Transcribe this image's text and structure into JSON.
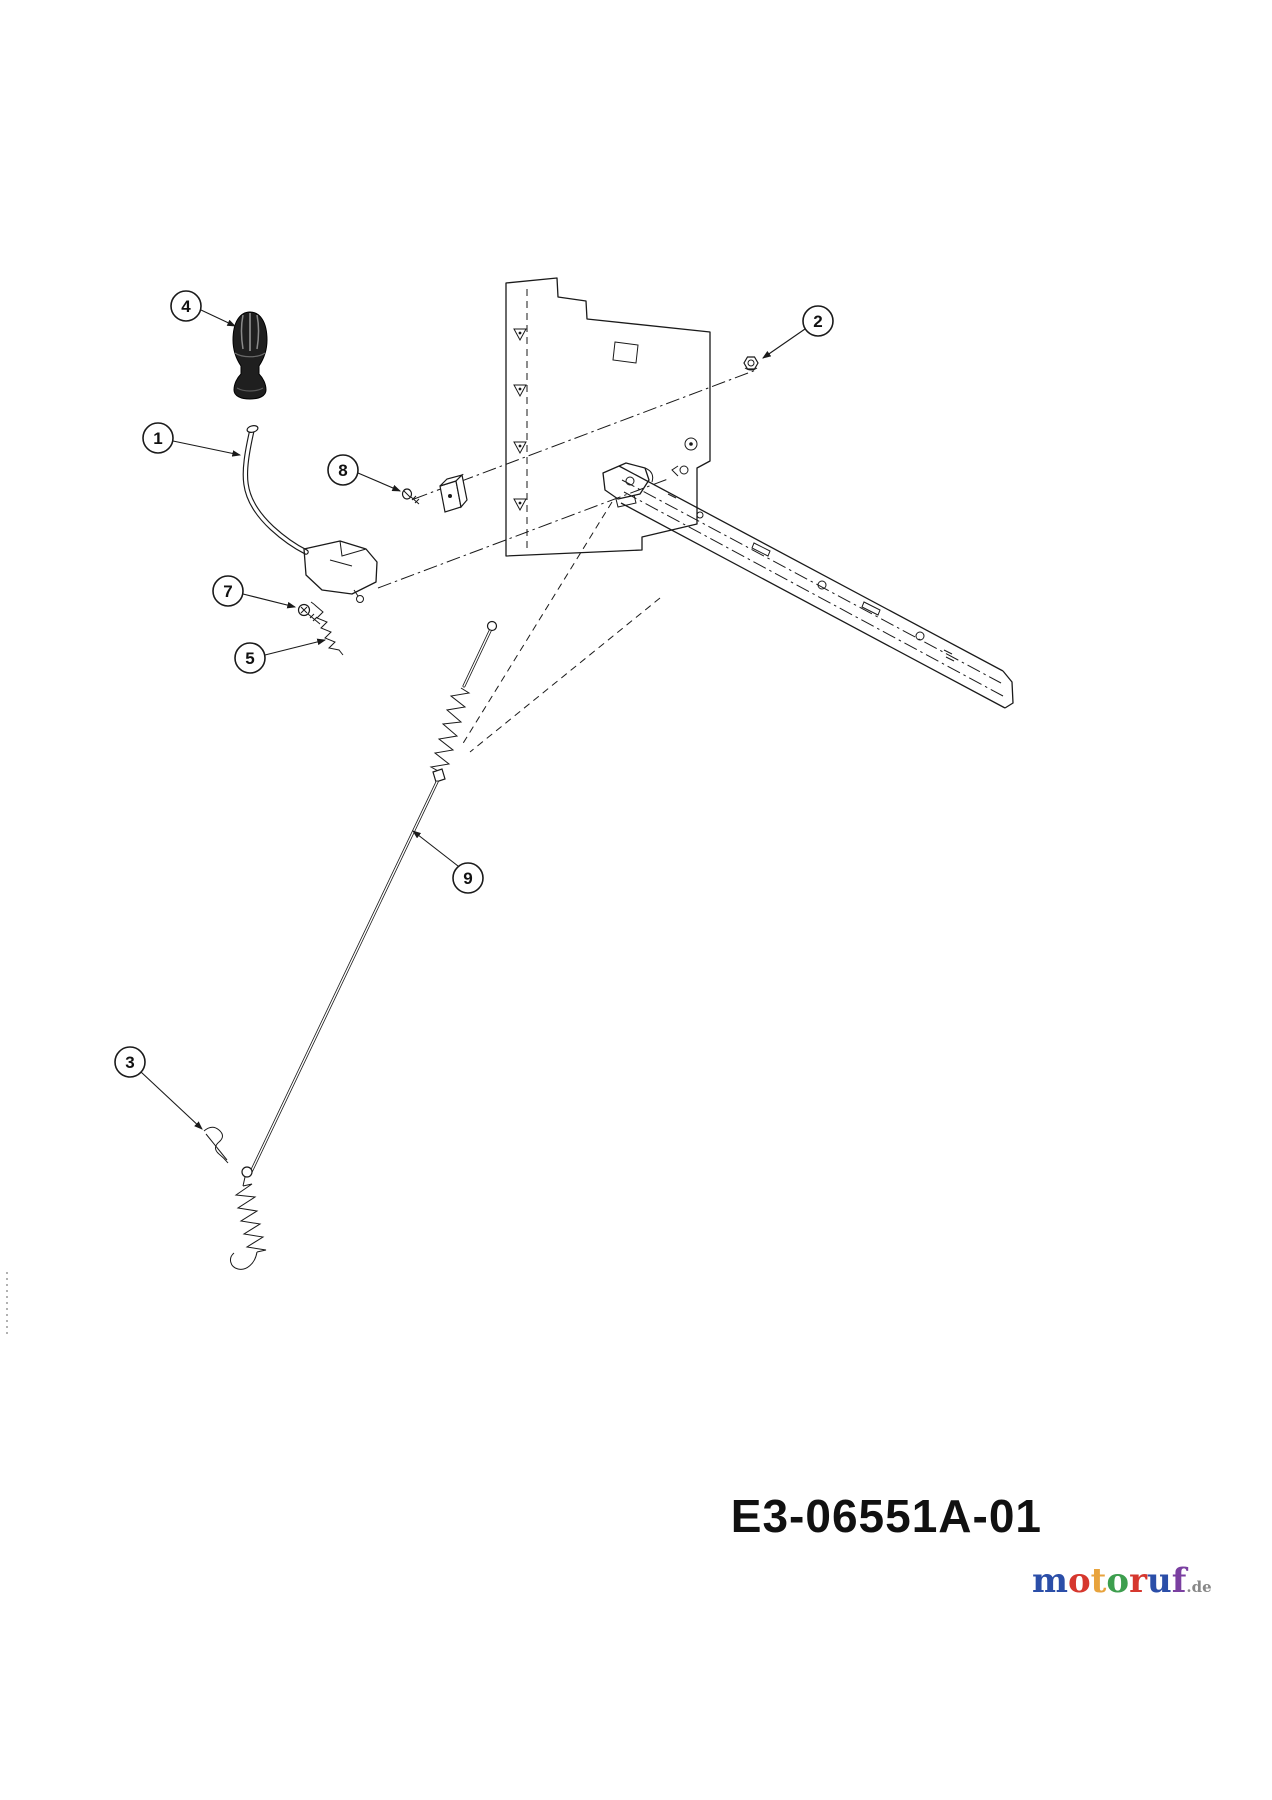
{
  "colors": {
    "line": "#1a1a1a",
    "background": "#ffffff"
  },
  "diagram": {
    "part_number": "E3-06551A-01",
    "callouts": [
      {
        "label": "4"
      },
      {
        "label": "2"
      },
      {
        "label": "1"
      },
      {
        "label": "8"
      },
      {
        "label": "7"
      },
      {
        "label": "5"
      },
      {
        "label": "9"
      },
      {
        "label": "3"
      }
    ]
  },
  "watermark": {
    "letters": [
      {
        "ch": "m",
        "color": "#2b4ea8"
      },
      {
        "ch": "o",
        "color": "#d6372e"
      },
      {
        "ch": "t",
        "color": "#e8a33d"
      },
      {
        "ch": "o",
        "color": "#3d9e4e"
      },
      {
        "ch": "r",
        "color": "#d6372e"
      },
      {
        "ch": "u",
        "color": "#2b4ea8"
      },
      {
        "ch": "f",
        "color": "#7a3fa0"
      }
    ],
    "suffix": ".de",
    "suffix_color": "#888888"
  }
}
